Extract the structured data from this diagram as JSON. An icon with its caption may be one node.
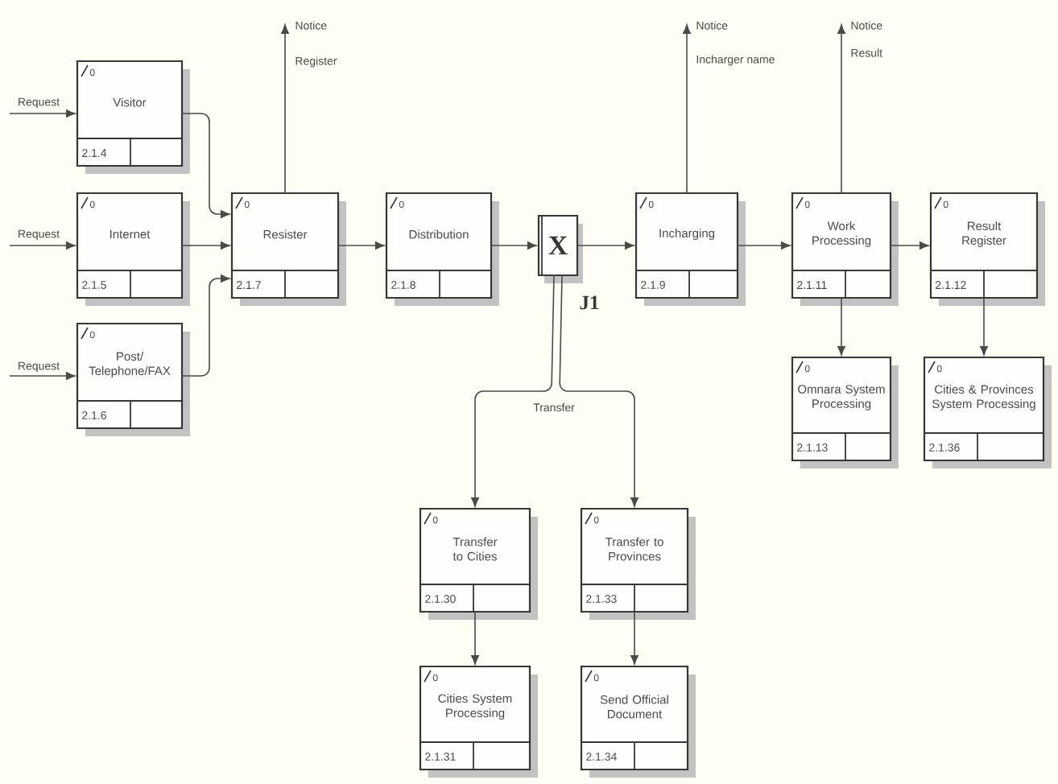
{
  "diagram": {
    "nodes": [
      {
        "text": [
          "0",
          "Visitor",
          "2.1.4"
        ]
      },
      {
        "text": [
          "0",
          "Internet",
          "2.1.5"
        ]
      },
      {
        "text": [
          "0",
          "Post/ Telephone/FAX",
          "2.1.6"
        ]
      },
      {
        "text": [
          "0",
          "Resister",
          "2.1.7"
        ]
      },
      {
        "text": [
          "0",
          "Distribution",
          "2.1.8"
        ]
      },
      {
        "text": [
          "X"
        ],
        "beside": [
          "J1"
        ]
      },
      {
        "text": [
          "0",
          "Incharging",
          "2.1.9"
        ]
      },
      {
        "text": [
          "0",
          "Work Processing",
          "2.1.11"
        ]
      },
      {
        "text": [
          "0",
          "Result Register",
          "2.1.12"
        ]
      },
      {
        "text": [
          "0",
          "Omnara System Processing",
          "2.1.13"
        ]
      },
      {
        "text": [
          "0",
          "Cities & Provinces System Processing",
          "2.1.36"
        ]
      },
      {
        "text": [
          "0",
          "Transfer to Cities",
          "2.1.30"
        ]
      },
      {
        "text": [
          "0",
          "Transfer to Provinces",
          "2.1.33"
        ]
      },
      {
        "text": [
          "0",
          "Cities System Processing",
          "2.1.31"
        ]
      },
      {
        "text": [
          "0",
          "Send Official Document",
          "2.1.34"
        ]
      }
    ],
    "edges": [
      {
        "from": null,
        "to": 0,
        "arrow": "to",
        "label": "Request"
      },
      {
        "from": null,
        "to": 1,
        "arrow": "to",
        "label": "Request"
      },
      {
        "from": null,
        "to": 2,
        "arrow": "to",
        "label": "Request"
      },
      {
        "from": 0,
        "to": 3,
        "arrow": "to"
      },
      {
        "from": 1,
        "to": 3,
        "arrow": "to"
      },
      {
        "from": 2,
        "to": 3,
        "arrow": "to"
      },
      {
        "from": 3,
        "to": null,
        "arrow": "to",
        "label": "Notice Register"
      },
      {
        "from": 3,
        "to": 4,
        "arrow": "to"
      },
      {
        "from": 4,
        "to": 5,
        "arrow": "to"
      },
      {
        "from": 5,
        "to": 6,
        "arrow": "to"
      },
      {
        "from": 6,
        "to": null,
        "arrow": "to",
        "label": "Notice Incharger name"
      },
      {
        "from": 6,
        "to": 7,
        "arrow": "to"
      },
      {
        "from": 7,
        "to": null,
        "arrow": "to",
        "label": "Notice Result"
      },
      {
        "from": 7,
        "to": 8,
        "arrow": "to"
      },
      {
        "from": 7,
        "to": 9,
        "arrow": "to"
      },
      {
        "from": 8,
        "to": 10,
        "arrow": "to"
      },
      {
        "from": 5,
        "to": 11,
        "arrow": "to",
        "label": "Transfer"
      },
      {
        "from": 5,
        "to": 12,
        "arrow": "to"
      },
      {
        "from": 11,
        "to": 13,
        "arrow": "to"
      },
      {
        "from": 12,
        "to": 14,
        "arrow": "to"
      }
    ]
  }
}
